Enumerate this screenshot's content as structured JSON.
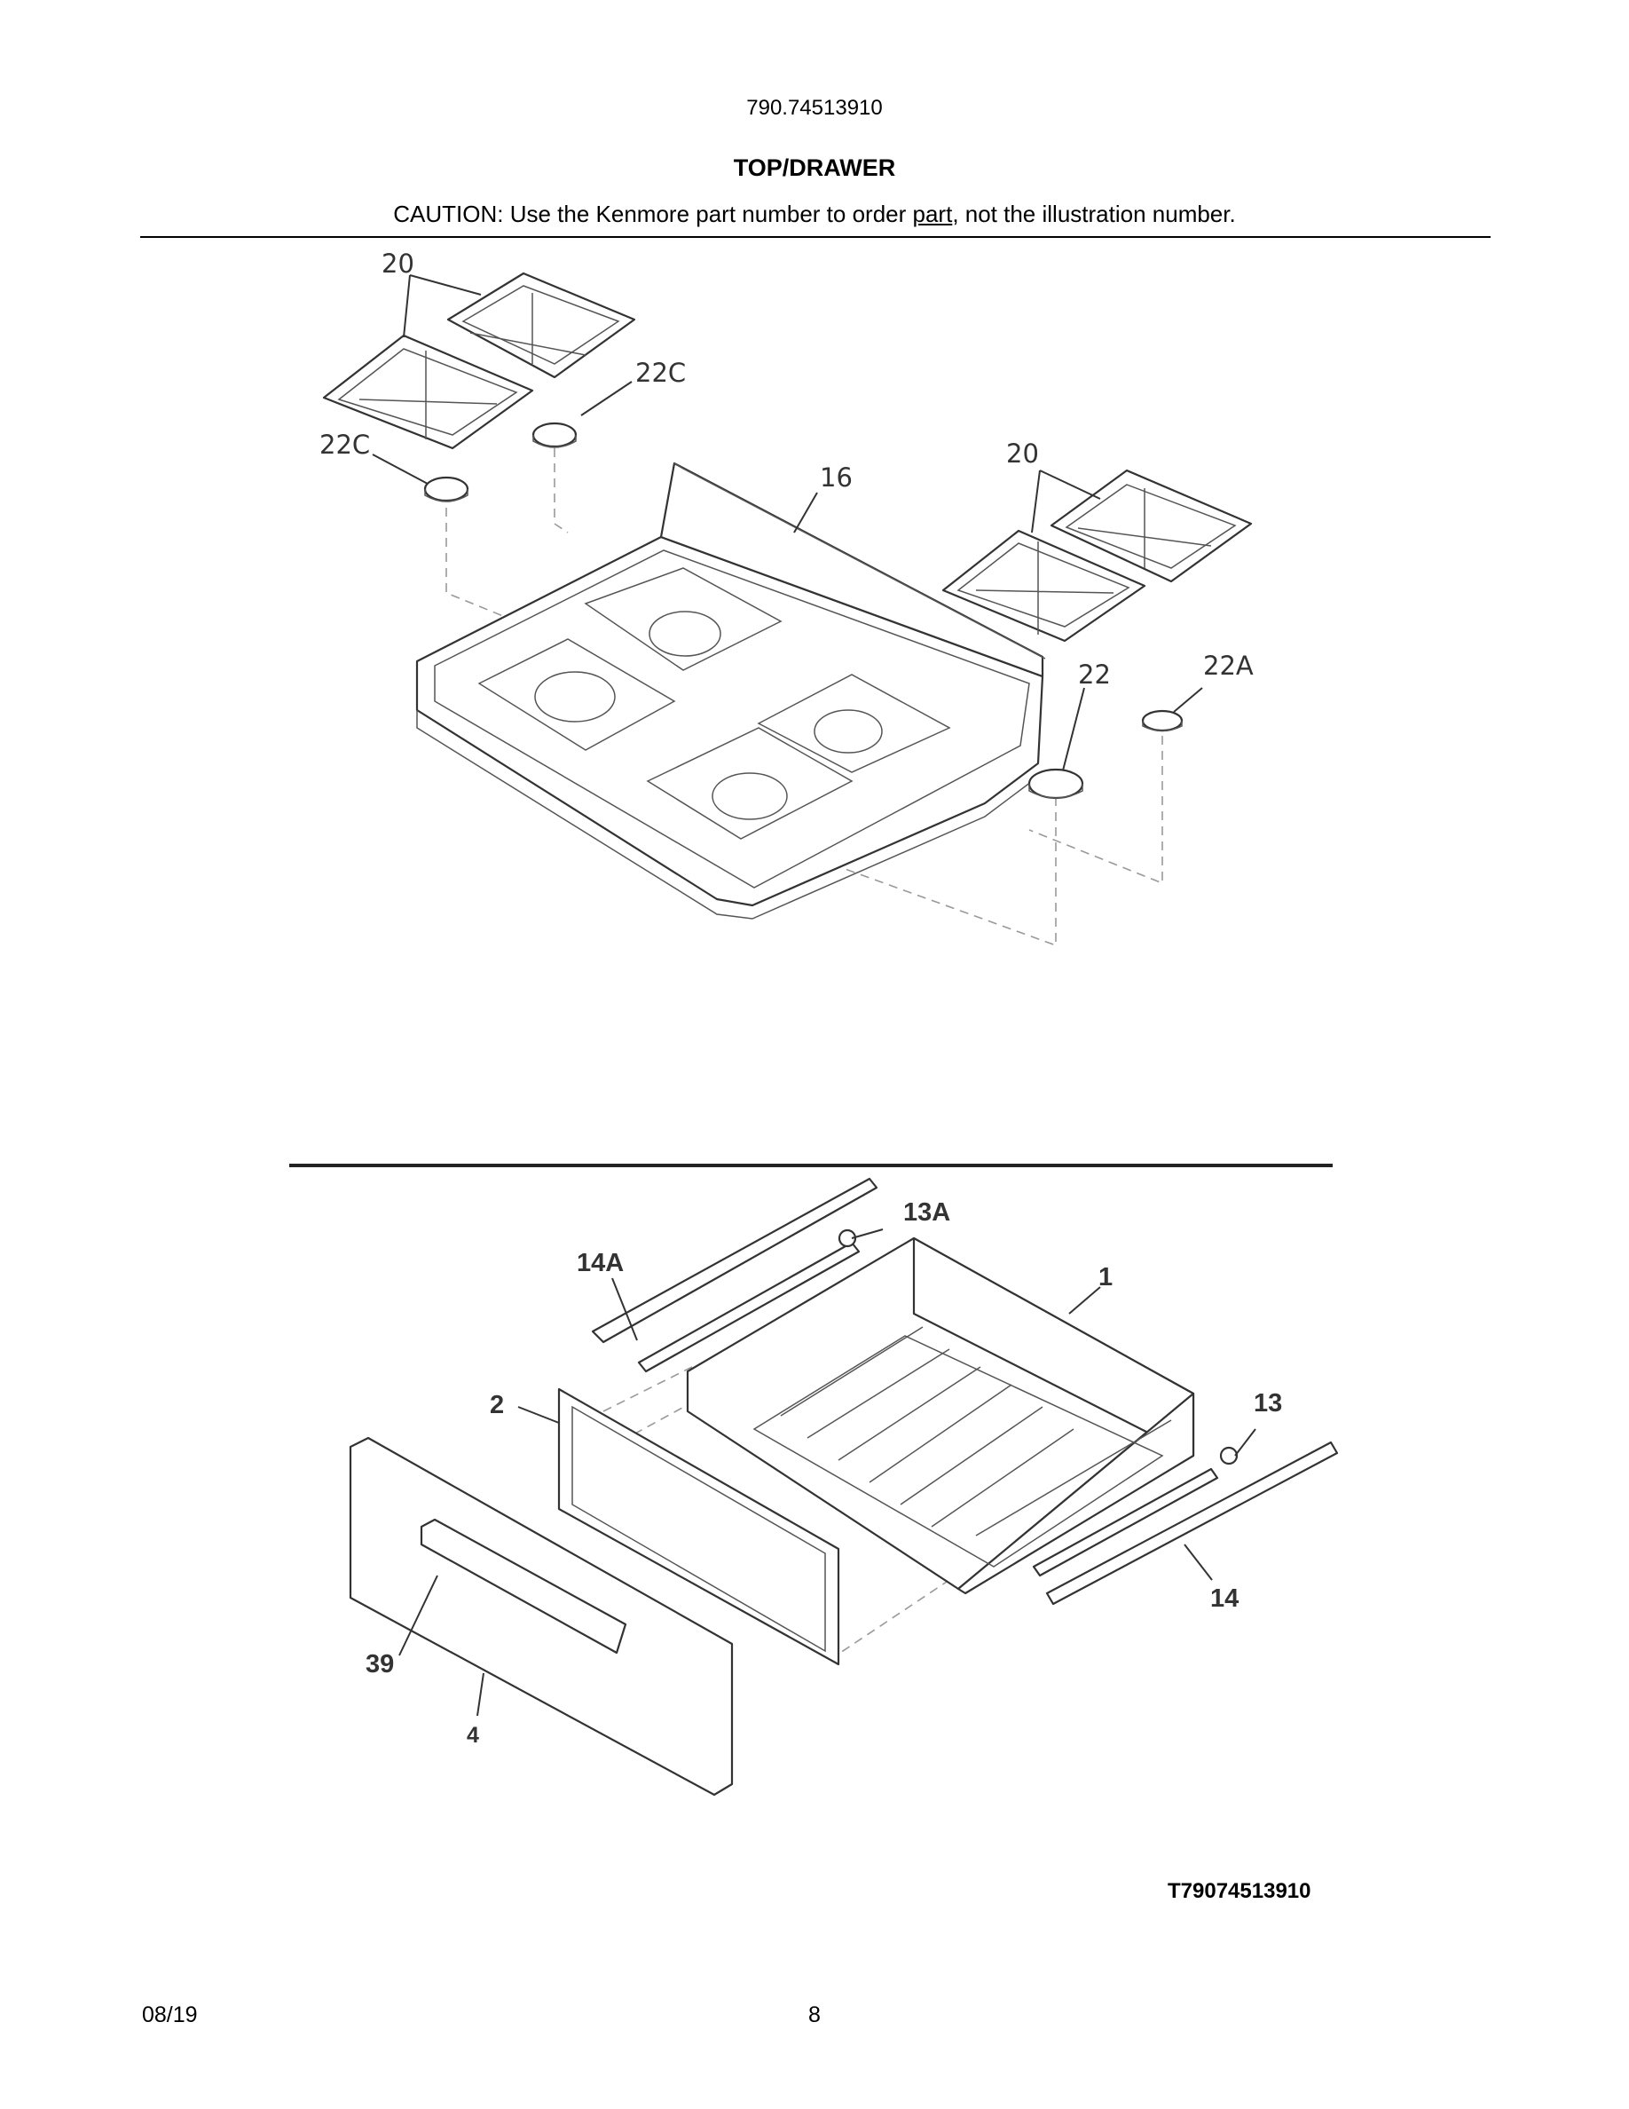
{
  "header": {
    "model_number": "790.74513910",
    "section_title": "TOP/DRAWER",
    "caution_prefix": "CAUTION: Use the Kenmore part number to order ",
    "caution_link": "part",
    "caution_suffix": ", not the illustration number."
  },
  "top_diagram": {
    "callouts": [
      "20",
      "22C",
      "22C",
      "20",
      "16",
      "22",
      "22A"
    ]
  },
  "drawer_diagram": {
    "callouts": [
      "13A",
      "14A",
      "1",
      "2",
      "13",
      "14",
      "39",
      "4"
    ]
  },
  "diagram_code": "T79074513910",
  "footer": {
    "date": "08/19",
    "page": "8"
  }
}
